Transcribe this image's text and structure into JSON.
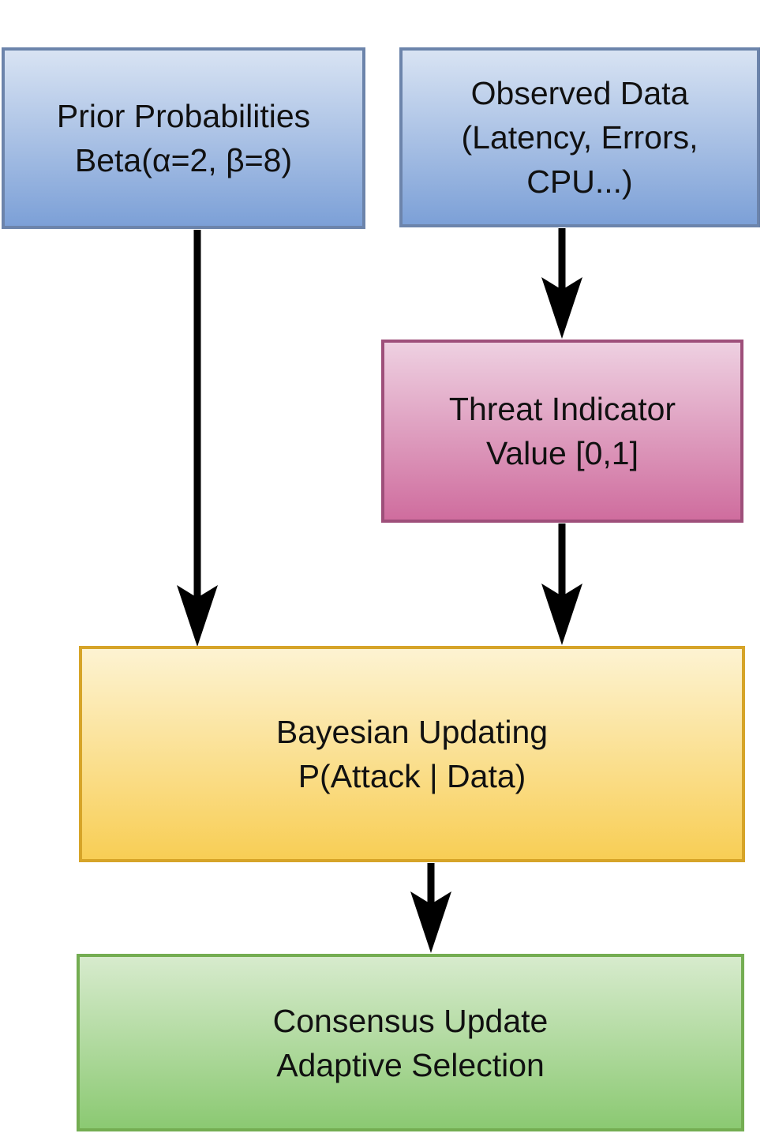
{
  "diagram": {
    "type": "flowchart",
    "background": "#ffffff",
    "arrow_color": "#000000",
    "text_color": "#111111",
    "nodes": [
      {
        "id": "prior",
        "lines": [
          "Prior Probabilities",
          "Beta(α=2, β=8)"
        ],
        "fill_top": "#d8e3f3",
        "fill_bottom": "#7ca0d7",
        "border": "#6c84ab"
      },
      {
        "id": "observed",
        "lines": [
          "Observed Data",
          "(Latency, Errors,",
          "CPU...)"
        ],
        "fill_top": "#d8e3f3",
        "fill_bottom": "#7ca0d7",
        "border": "#6c84ab"
      },
      {
        "id": "threat",
        "lines": [
          "Threat Indicator",
          "Value [0,1]"
        ],
        "fill_top": "#eed0e1",
        "fill_bottom": "#cf6d9e",
        "border": "#9e4f7a"
      },
      {
        "id": "bayesian",
        "lines": [
          "Bayesian Updating",
          "P(Attack | Data)"
        ],
        "fill_top": "#fdf3d2",
        "fill_bottom": "#f8ce55",
        "border": "#d6a428"
      },
      {
        "id": "consensus",
        "lines": [
          "Consensus Update",
          "Adaptive Selection"
        ],
        "fill_top": "#d7ebcd",
        "fill_bottom": "#8bc972",
        "border": "#74ad52"
      }
    ],
    "edges": [
      {
        "from": "prior",
        "to": "bayesian"
      },
      {
        "from": "observed",
        "to": "threat"
      },
      {
        "from": "threat",
        "to": "bayesian"
      },
      {
        "from": "bayesian",
        "to": "consensus"
      }
    ]
  }
}
